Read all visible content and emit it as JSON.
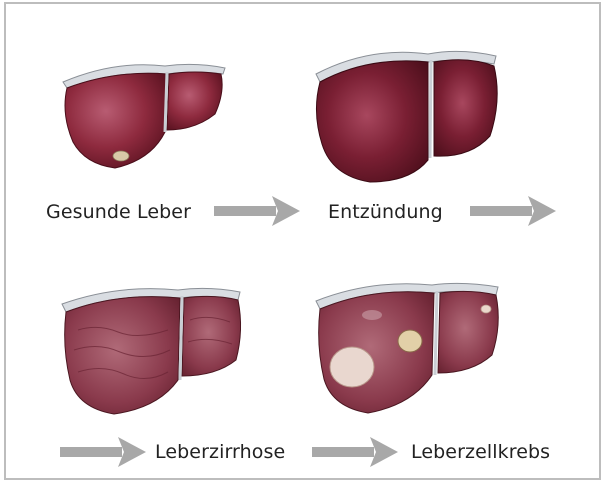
{
  "stages": [
    {
      "label": "Gesunde Leber",
      "state": "healthy"
    },
    {
      "label": "Entzündung",
      "state": "inflamed"
    },
    {
      "label": "Leberzirrhose",
      "state": "cirrhosis"
    },
    {
      "label": "Leberzellkrebs",
      "state": "cancer"
    }
  ],
  "colors": {
    "frame": "#bdbdbd",
    "arrow": "#a8a8a8",
    "liver_dark": "#5a1220",
    "liver_mid": "#8e2a3e",
    "liver_light": "#b85c72",
    "capsule": "#d9dde2",
    "tumor": "#e9d7cf"
  }
}
